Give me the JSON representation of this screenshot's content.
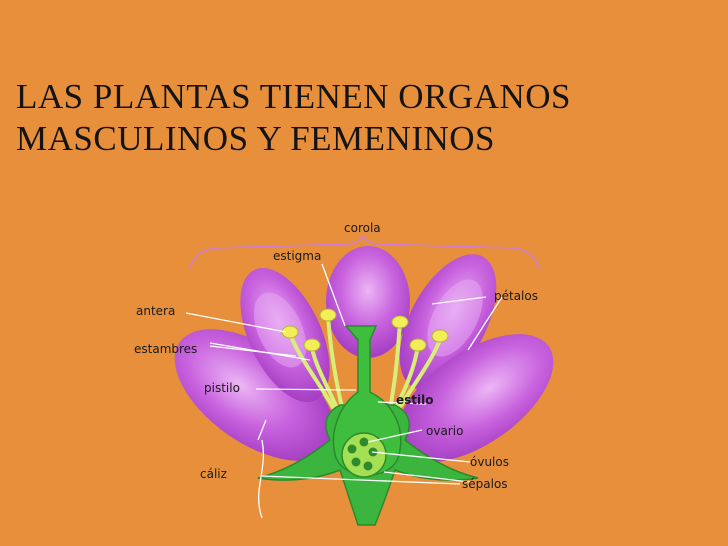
{
  "title": {
    "line1": "LAS PLANTAS TIENEN ORGANOS",
    "line2": "MASCULINOS Y FEMENINOS"
  },
  "labels": {
    "corola": "corola",
    "estigma": "estigma",
    "petalos": "pétalos",
    "antera": "antera",
    "estambres": "estambres",
    "pistilo": "pistilo",
    "estilo": "estilo",
    "ovario": "ovario",
    "ovulos": "óvulos",
    "caliz": "cáliz",
    "sepalos": "sépalos"
  },
  "colors": {
    "background": "#E78F3B",
    "petal": "#B94FD2",
    "petal_light": "#E3A2F0",
    "sepal": "#35B23A",
    "filament": "#D9EE7A",
    "anther": "#F2EE57"
  }
}
